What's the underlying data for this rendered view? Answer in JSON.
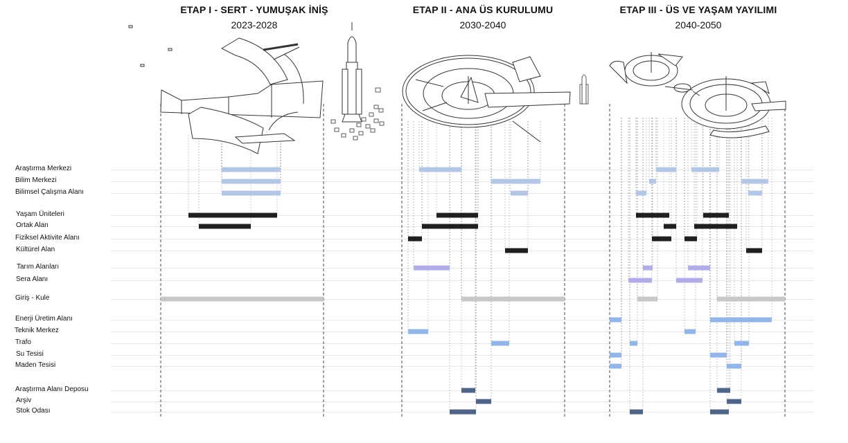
{
  "phases": [
    {
      "title": "ETAP I - SERT - YUMUŞAK İNİŞ",
      "years": "2023-2028"
    },
    {
      "title": "ETAP II - ANA ÜS KURULUMU",
      "years": "2030-2040"
    },
    {
      "title": "ETAP III - ÜS VE YAŞAM YAYILIMI",
      "years": "2040-2050"
    }
  ],
  "colors": {
    "research": "#b3c6e6",
    "living": "#1f1f1f",
    "agri": "#b1ade6",
    "entrance": "#c8c8c8",
    "energy": "#93b6e8",
    "storage": "#4f6486",
    "guide": "#666666",
    "rowline": "#e6e6e6",
    "drawing": "#333333"
  },
  "rows": [
    {
      "label": "Araştırma Merkezi",
      "group": "research"
    },
    {
      "label": "Bilim Merkezi",
      "group": "research"
    },
    {
      "label": "Bilimsel Çalışma Alanı",
      "group": "research"
    },
    {
      "label": "Yaşam Üniteleri",
      "group": "living"
    },
    {
      "label": "Ortak Alan",
      "group": "living"
    },
    {
      "label": "Fiziksel Aktivite Alanı",
      "group": "living"
    },
    {
      "label": "Kültürel Alan",
      "group": "living"
    },
    {
      "label": "Tarım Alanları",
      "group": "agri"
    },
    {
      "label": "Sera Alanı",
      "group": "agri"
    },
    {
      "label": "Giriş - Kule",
      "group": "entrance"
    },
    {
      "label": "Enerji Üretim Alanı",
      "group": "energy"
    },
    {
      "label": "Teknik Merkez",
      "group": "energy"
    },
    {
      "label": "Trafo",
      "group": "energy"
    },
    {
      "label": "Su Tesisi",
      "group": "energy"
    },
    {
      "label": "Maden Tesisi",
      "group": "energy"
    },
    {
      "label": "Araştırma Alanı Deposu",
      "group": "storage"
    },
    {
      "label": "Arşiv",
      "group": "storage"
    },
    {
      "label": "Stok Odası",
      "group": "storage"
    }
  ]
}
